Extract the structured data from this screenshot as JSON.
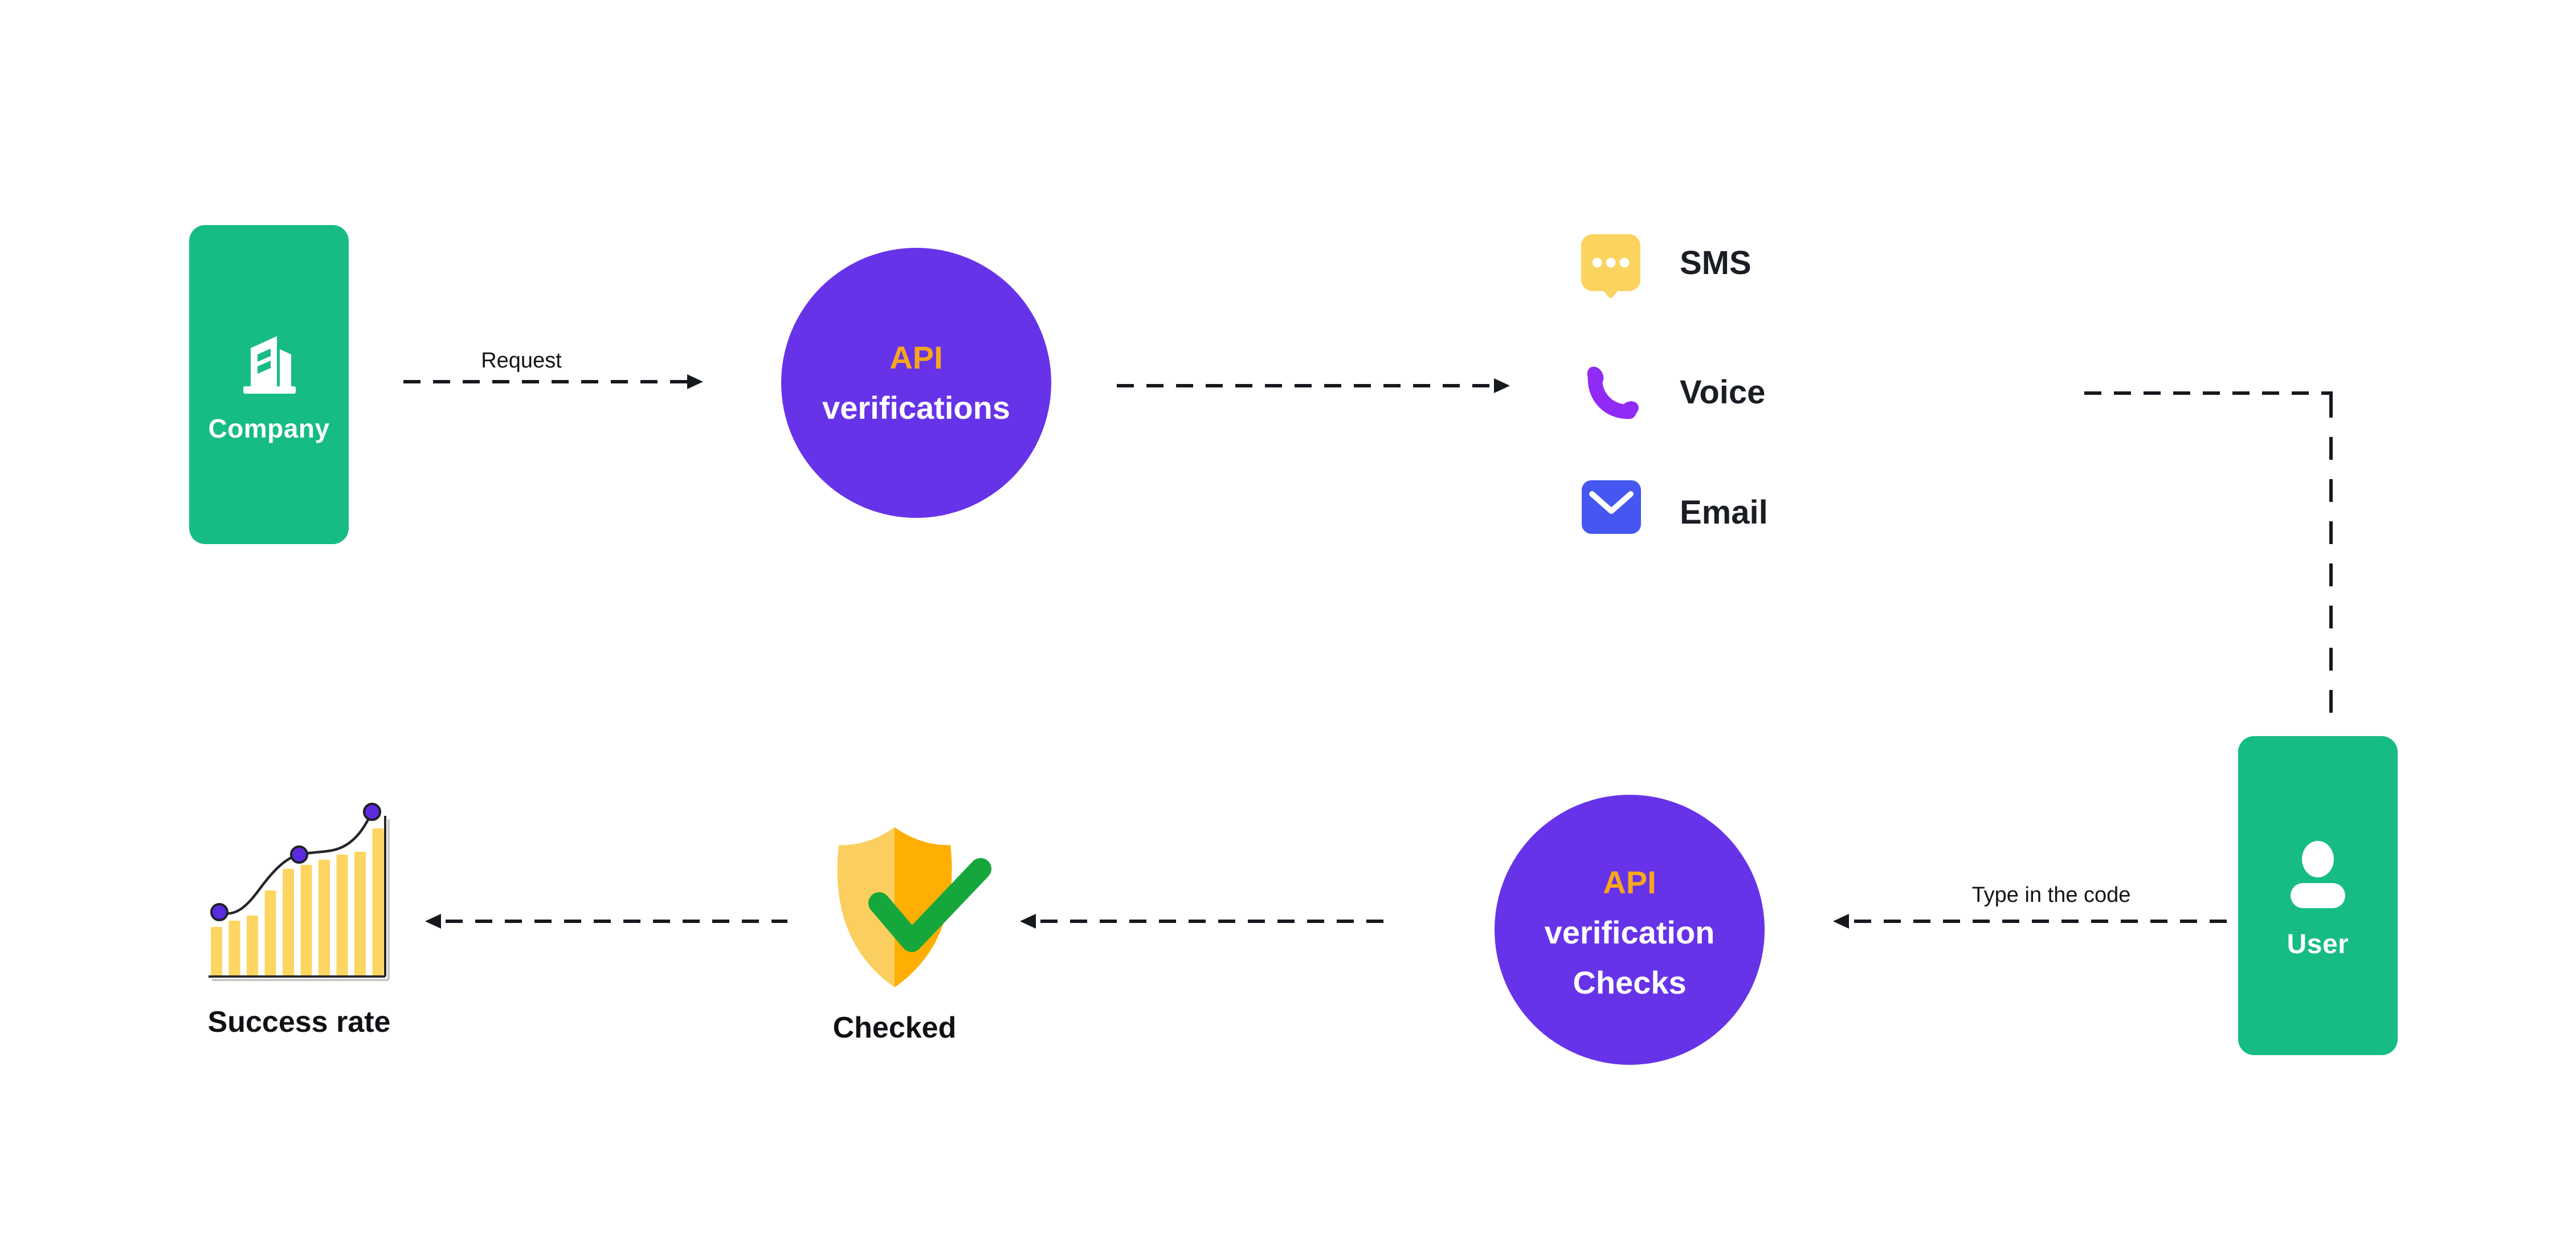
{
  "diagram": {
    "company": {
      "label": "Company"
    },
    "request_edge": {
      "label": "Request"
    },
    "verifications_circle": {
      "accent": "API",
      "line1": "verifications"
    },
    "channels": {
      "items": [
        {
          "label": "SMS"
        },
        {
          "label": "Voice"
        },
        {
          "label": "Email"
        }
      ]
    },
    "user": {
      "label": "User"
    },
    "type_code_edge": {
      "label": "Type in the code"
    },
    "checks_circle": {
      "accent": "API",
      "line1": "verification",
      "line2": "Checks"
    },
    "checked": {
      "label": "Checked"
    },
    "success_rate": {
      "label": "Success rate",
      "icon_bars": [
        85,
        96,
        105,
        149,
        187,
        194,
        203,
        212,
        217,
        258
      ]
    }
  },
  "colors": {
    "node_green": "#16BC83",
    "circle_purple": "#6733E9",
    "accent_orange": "#F7A61E",
    "sms_yellow": "#FBD45F",
    "voice_purple": "#8F2BF4",
    "email_blue": "#4656F0",
    "shield_light": "#FBCF5F",
    "shield_dark": "#FFAE04",
    "check_green": "#16A73C",
    "bar_yellow": "#FDD560",
    "dot_purple": "#5B2BE0",
    "connector_ink": "#15181d",
    "label_dark": "#1A1E24"
  }
}
